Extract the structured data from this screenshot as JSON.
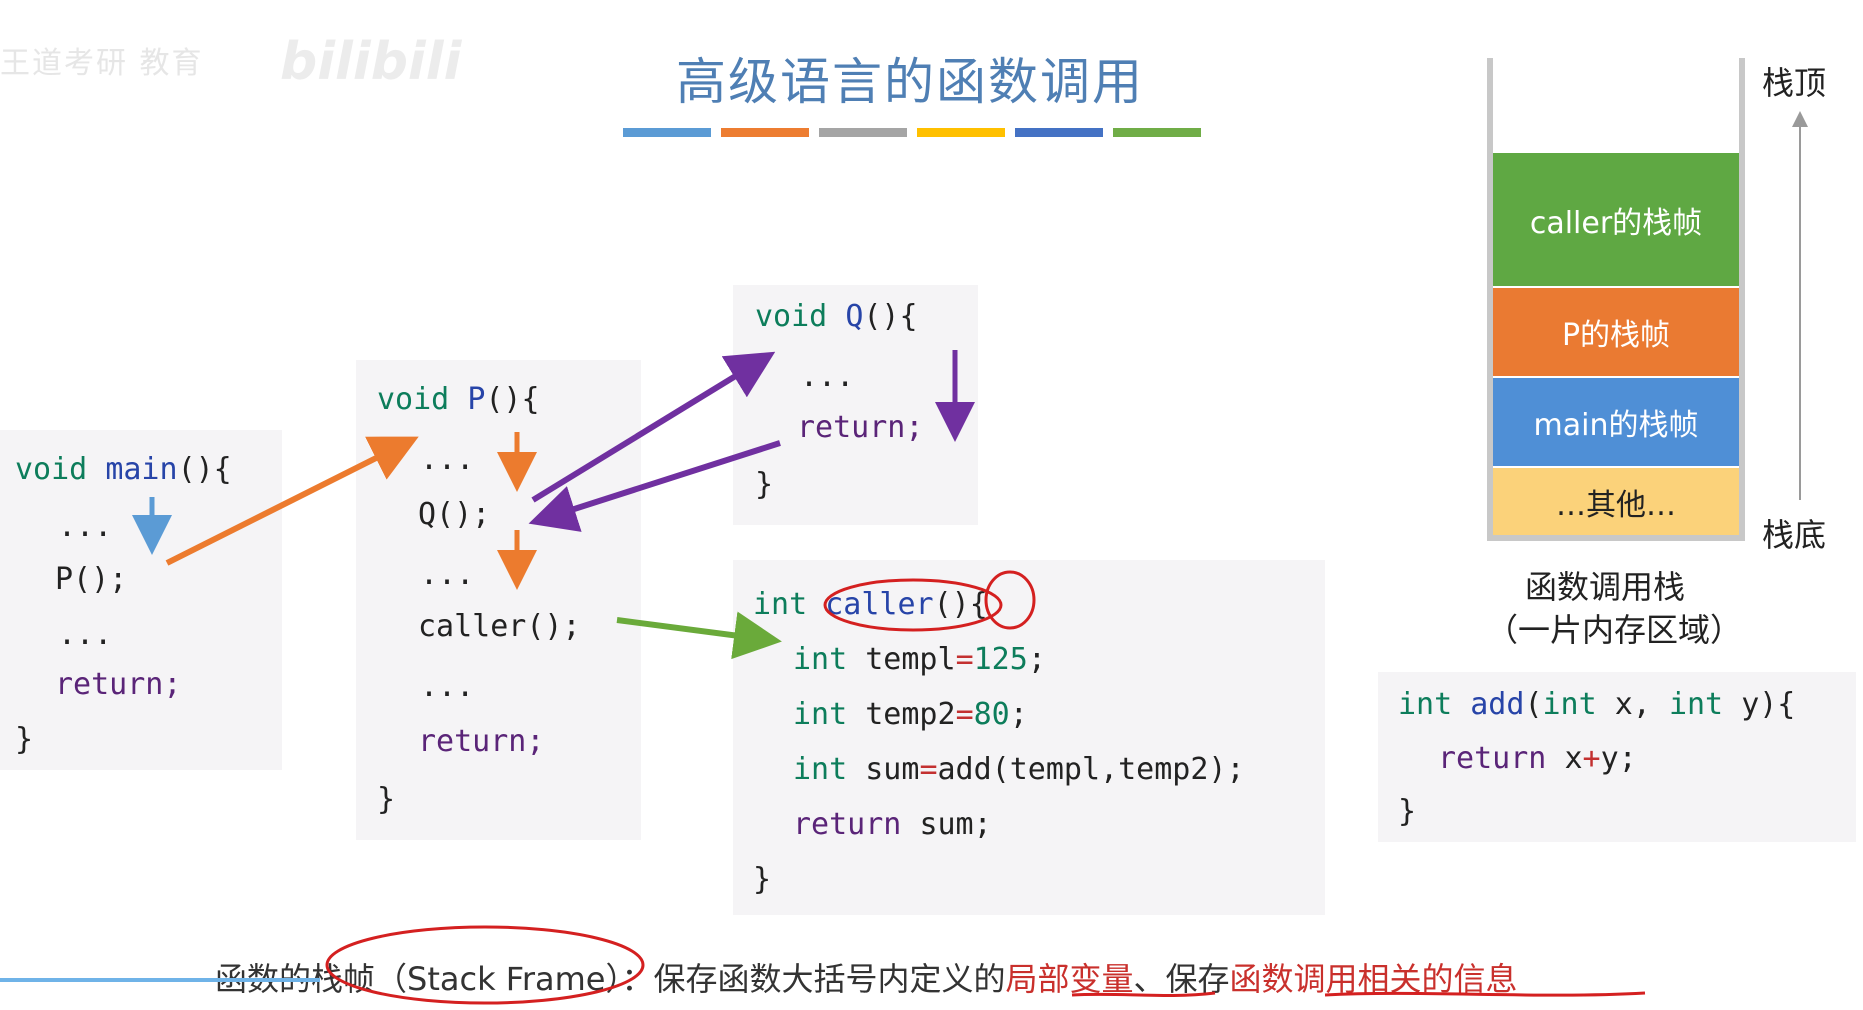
{
  "watermark": {
    "text": "王道考研 教育",
    "logo": "bilibili"
  },
  "slide": {
    "title": "高级语言的函数调用",
    "title_bar_colors": [
      "#5b9bd5",
      "#ed7d31",
      "#a5a5a5",
      "#ffc000",
      "#4472c4",
      "#70ad47"
    ]
  },
  "code_main": {
    "l1_kw": "void",
    "l1_fn": "main",
    "l1_rest": "(){",
    "l2": "...",
    "l3": "P();",
    "l4": "...",
    "l5": "return;",
    "l6": "}"
  },
  "code_p": {
    "l1_kw": "void",
    "l1_fn": "P",
    "l1_rest": "(){",
    "l2": "...",
    "l3": "Q();",
    "l4": "...",
    "l5": "caller();",
    "l6": "...",
    "l7": "return;",
    "l8": "}"
  },
  "code_q": {
    "l1_kw": "void",
    "l1_fn": "Q",
    "l1_rest": "(){",
    "l2": "...",
    "l3": "return;",
    "l4": "}"
  },
  "code_caller": {
    "l1_kw": "int",
    "l1_fn": "caller",
    "l1_rest": "(){",
    "l2_kw": "int",
    "l2_a": "templ",
    "l2_op": "=",
    "l2_num": "125",
    "l2_end": ";",
    "l3_kw": "int",
    "l3_a": "temp2",
    "l3_op": "=",
    "l3_num": "80",
    "l3_end": ";",
    "l4_kw": "int",
    "l4_a": "sum",
    "l4_op": "=",
    "l4_b": "add(templ,temp2);",
    "l5_kw": "return",
    "l5_a": "sum;",
    "l6": "}"
  },
  "code_add": {
    "l1_kw": "int",
    "l1_fn": "add",
    "l1_p1": "(",
    "l1_kw2": "int",
    "l1_x": "x,",
    "l1_kw3": "int",
    "l1_y": "y){",
    "l2_kw": "return",
    "l2_a": "x",
    "l2_op": "+",
    "l2_b": "y;",
    "l3": "}"
  },
  "stack": {
    "frames": [
      {
        "label": "caller的栈帧",
        "color": "#5fa843"
      },
      {
        "label": "P的栈帧",
        "color": "#ea7a32"
      },
      {
        "label": "main的栈帧",
        "color": "#4f8fd6"
      },
      {
        "label": "…其他…",
        "color": "#fbd27a"
      }
    ],
    "top_label": "栈顶",
    "bottom_label": "栈底",
    "caption_line1": "函数调用栈",
    "caption_line2": "（一片内存区域）"
  },
  "footer": {
    "part1": "函数的栈帧（Stack Frame）：保存函数大括号内定义的",
    "part2": "局部变量",
    "part3": "、保存",
    "part4": "函数调用相关的信息"
  }
}
